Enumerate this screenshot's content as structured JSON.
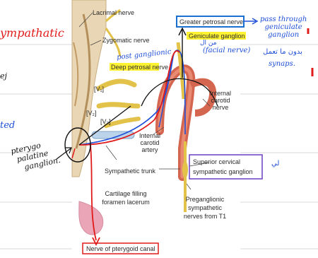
{
  "labels": {
    "lacrimal": "Lacrimal nerve",
    "zygomatic": "Zygomatic nerve",
    "greater_petrosal": "Greater petrosal nerve",
    "geniculate": "Geniculate ganglion",
    "deep_petrosal": "Deep petrosal nerve",
    "v1": "[V₁]",
    "v2": "[V₂]",
    "v3": "[V₃]",
    "internal_carotid_nerve": [
      "Internal",
      "carotid",
      "nerve"
    ],
    "internal_carotid_artery": [
      "Internal",
      "carotid",
      "artery"
    ],
    "sympathetic_trunk": "Sympathetic trunk",
    "superior_cervical": [
      "Superior cervical",
      "sympathetic ganglion"
    ],
    "cartilage": [
      "Cartilage filling",
      "foramen lacerum"
    ],
    "preganglionic": [
      "Preganglionic",
      "sympathetic",
      "nerves from T1"
    ],
    "pterygoid_canal": "Nerve of pterygoid canal"
  },
  "handwriting": {
    "sympathetic": "ympathatic",
    "left_j": "ej",
    "left_ted": "ted",
    "pass_through": [
      "pass through",
      "geniculate",
      "ganglion"
    ],
    "arabic_right_1": "بدون ما تعمل",
    "synaps": "synaps.",
    "post_ganglionic": "post ganglionic",
    "facial_nerve": "(facial nerve)",
    "facial_arabic": "من ال",
    "pterygo": [
      "pterygo",
      "palatine",
      "ganglion."
    ],
    "arabic_right_2": "لي"
  },
  "colors": {
    "blue_ink": "#1f4fd8",
    "red_ink": "#e01b1b",
    "highlight": "#fff233",
    "box_blue": "#1b6fd1",
    "box_red": "#e01b1b",
    "box_purple": "#6b3fc2"
  }
}
